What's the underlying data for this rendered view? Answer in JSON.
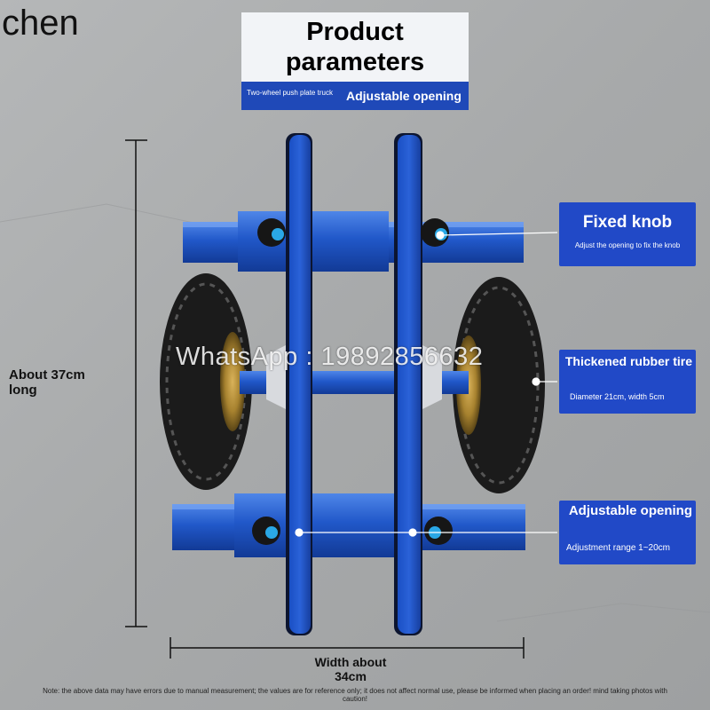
{
  "brand_text": "chen",
  "title": {
    "line1": "Product",
    "line2": "parameters"
  },
  "subtitle_ribbon": {
    "small": "Two-wheel push plate truck",
    "large": "Adjustable opening"
  },
  "callouts": {
    "fixed_knob": {
      "title": "Fixed knob",
      "subtitle": "Adjust the opening to fix the knob"
    },
    "rubber_tire": {
      "title": "Thickened rubber tire",
      "subtitle": "Diameter 21cm, width 5cm"
    },
    "adjustable_opening": {
      "title": "Adjustable opening",
      "subtitle": "Adjustment range 1~20cm"
    }
  },
  "dimensions": {
    "length_label": "About 37cm long",
    "width_label": "Width about 34cm"
  },
  "watermark": "WhatsApp : 19892856632",
  "footnote": "Note: the above data may have errors due to manual measurement; the values are for reference only; it does not affect normal use, please be informed when placing an order! mind taking photos with caution!",
  "colors": {
    "accent_blue": "#2149c7",
    "frame_blue": "#1c54c8",
    "background_concrete": "#a9abac"
  }
}
